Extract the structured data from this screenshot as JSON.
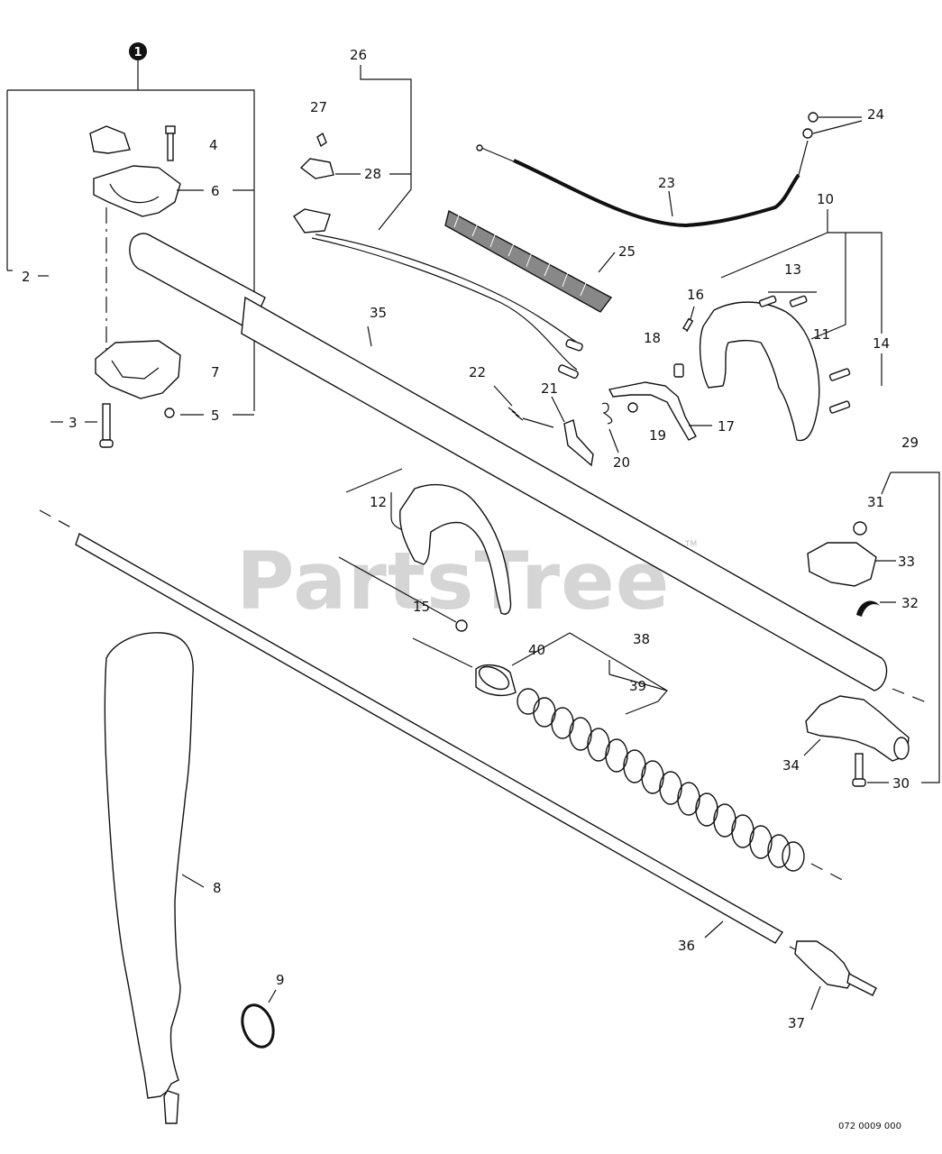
{
  "watermark": {
    "text": "PartsTree",
    "trademark": "TM"
  },
  "group_marker": "1",
  "drawing_code": "072 0009 000",
  "callouts": {
    "c2": "2",
    "c3": "3",
    "c4": "4",
    "c5": "5",
    "c6": "6",
    "c7": "7",
    "c8": "8",
    "c9": "9",
    "c10": "10",
    "c11": "11",
    "c12": "12",
    "c13": "13",
    "c14": "14",
    "c15": "15",
    "c16": "16",
    "c17": "17",
    "c18": "18",
    "c19": "19",
    "c20": "20",
    "c21": "21",
    "c22": "22",
    "c23": "23",
    "c24": "24",
    "c25": "25",
    "c26": "26",
    "c27": "27",
    "c28": "28",
    "c29": "29",
    "c30": "30",
    "c31": "31",
    "c32": "32",
    "c33": "33",
    "c34": "34",
    "c35": "35",
    "c36": "36",
    "c37": "37",
    "c38": "38",
    "c39": "39",
    "c40": "40"
  }
}
